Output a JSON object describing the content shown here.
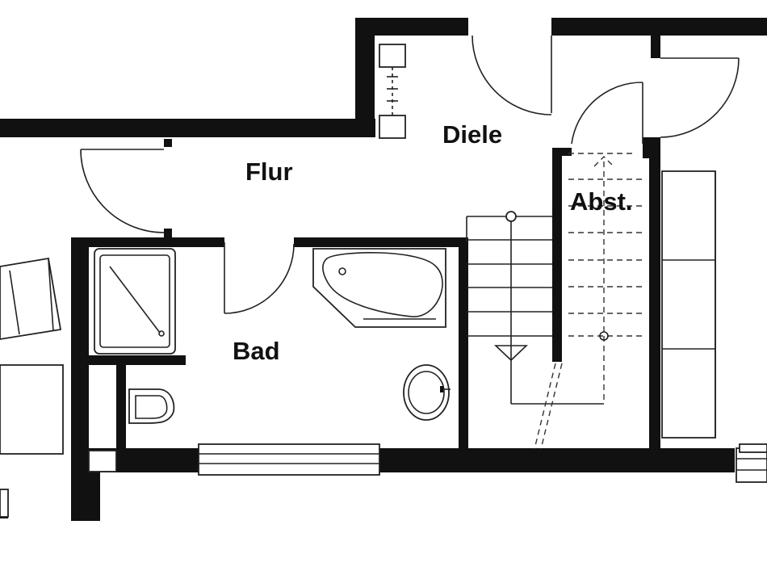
{
  "plan": {
    "rooms": [
      {
        "id": "flur",
        "label": "Flur"
      },
      {
        "id": "diele",
        "label": "Diele"
      },
      {
        "id": "abst",
        "label": "Abst."
      },
      {
        "id": "bad",
        "label": "Bad"
      }
    ]
  }
}
